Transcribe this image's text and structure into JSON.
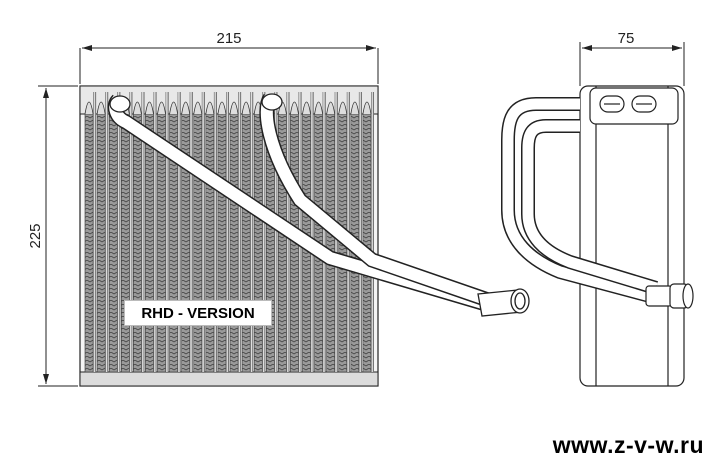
{
  "dimensions": {
    "width": "215",
    "height": "225",
    "depth": "75"
  },
  "label": "RHD - VERSION",
  "website": "www.z-v-w.ru",
  "colors": {
    "line": "#222222",
    "fin_dark": "#555555",
    "fin_light": "#d8d8d8",
    "background": "#ffffff"
  }
}
